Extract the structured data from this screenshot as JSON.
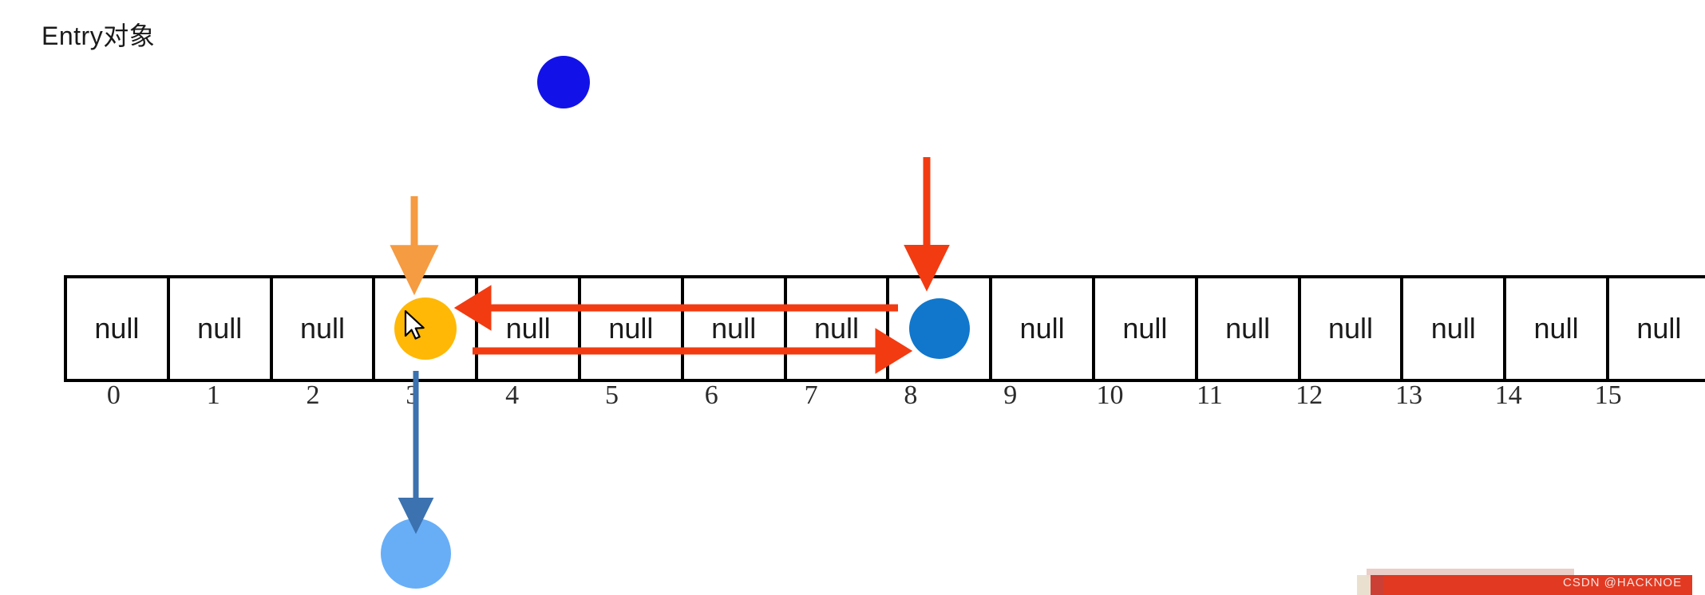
{
  "title": "Entry对象",
  "array": {
    "cells": [
      {
        "index": "0",
        "value": "null",
        "node": null
      },
      {
        "index": "1",
        "value": "null",
        "node": null
      },
      {
        "index": "2",
        "value": "null",
        "node": null
      },
      {
        "index": "3",
        "value": "",
        "node": "amber-circle"
      },
      {
        "index": "4",
        "value": "null",
        "node": null
      },
      {
        "index": "5",
        "value": "null",
        "node": null
      },
      {
        "index": "6",
        "value": "null",
        "node": null
      },
      {
        "index": "7",
        "value": "null",
        "node": null
      },
      {
        "index": "8",
        "value": "",
        "node": "blue-circle"
      },
      {
        "index": "9",
        "value": "null",
        "node": null
      },
      {
        "index": "10",
        "value": "null",
        "node": null
      },
      {
        "index": "11",
        "value": "null",
        "node": null
      },
      {
        "index": "12",
        "value": "null",
        "node": null
      },
      {
        "index": "13",
        "value": "null",
        "node": null
      },
      {
        "index": "14",
        "value": "null",
        "node": null
      },
      {
        "index": "15",
        "value": "null",
        "node": null
      }
    ]
  },
  "annotations": {
    "orange_arrow_target_index": "3",
    "red_arrow_target_index": "8",
    "blue_arrow_target": "light-blue-circle",
    "red_link_left_label": "8 -> 4",
    "red_link_right_label": "4 -> 8"
  },
  "colors": {
    "amber_node": "#FFB805",
    "blue_node": "#1077CC",
    "free_blue_node": "#1212E8",
    "light_blue_node": "#67AEF7",
    "orange_arrow": "#F59B42",
    "red_arrow": "#F23B11",
    "blue_arrow": "#3B72AF",
    "cell_border": "#000000"
  },
  "watermark": {
    "text": "CSDN @HACKNOE"
  }
}
